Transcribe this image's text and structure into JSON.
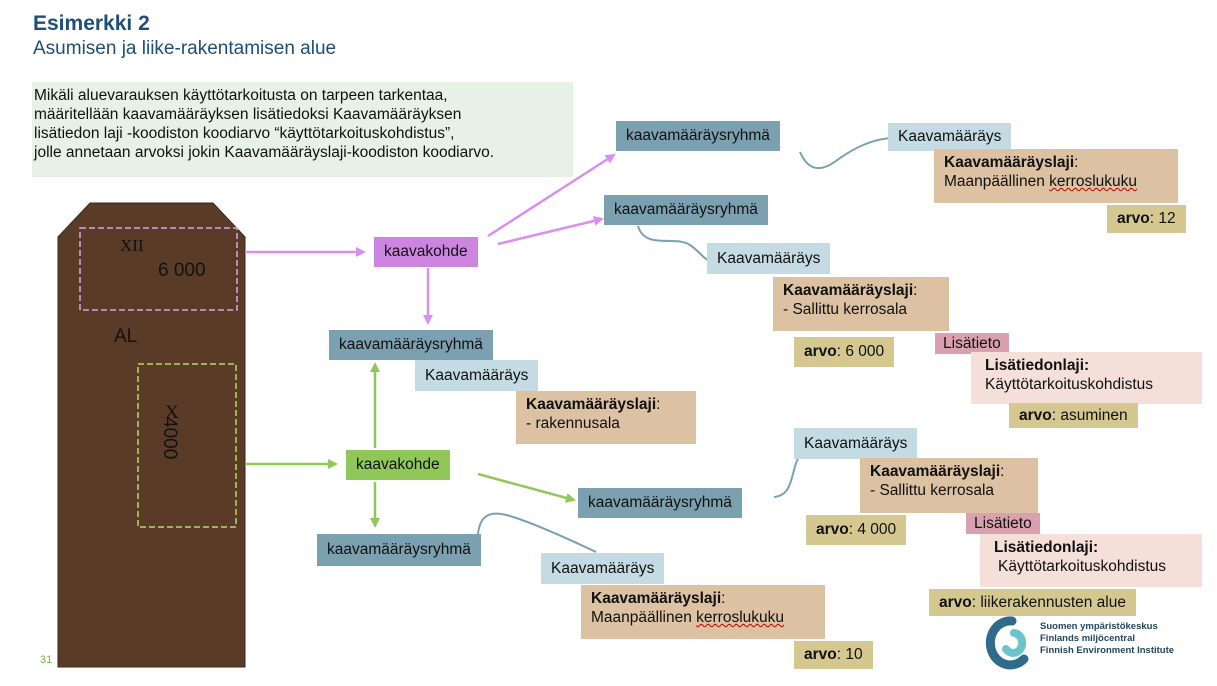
{
  "title": "Esimerkki 2",
  "subtitle": "Asumisen ja liike-rakentamisen alue",
  "intro_lines": [
    "Mikäli aluevarauksen käyttötarkoitusta on tarpeen tarkentaa,",
    "määritellään kaavamääräyksen lisätiedoksi Kaavamääräyksen",
    "lisätiedon laji -koodiston koodiarvo “käyttötarkoituskohdistus”,",
    "jolle annetaan arvoksi jokin Kaavamääräyslaji-koodiston koodiarvo."
  ],
  "map": {
    "upper_code": "XII",
    "upper_value": "6 000",
    "area_label": "AL",
    "lower_code": "X",
    "lower_value": "4000"
  },
  "labels": {
    "kaavakohde": "kaavakohde",
    "ryhma": "kaavamääräysryhmä",
    "kaavamaarays": "Kaavamääräys",
    "laji": "Kaavamääräyslaji",
    "arvo": "arvo",
    "lisatieto": "Lisätieto",
    "lisatiedonlaji": "Lisätiedonlaji:",
    "colon": ":"
  },
  "values": {
    "maanpaallinen": "Maanpäällinen",
    "kerroslukuku": "kerroslukuku",
    "sallittu_kerrosala": "- Sallittu kerrosala",
    "rakennusala": "- rakennusala",
    "kayttotarkoituskohdistus": "Käyttötarkoituskohdistus",
    "arvo_12": ": 12",
    "arvo_6000": ": 6 000",
    "arvo_4000": ": 4 000",
    "arvo_10": ": 10",
    "arvo_asuminen": ": asuminen",
    "arvo_liike": ": liikerakennusten alue"
  },
  "page_number": "31",
  "logo": {
    "line1": "Suomen ympäristökeskus",
    "line2": "Finlands miljöcentral",
    "line3": "Finnish Environment Institute"
  },
  "colors": {
    "title": "#1f4e79",
    "group_box": "#7ba1b1",
    "kaavamaarays_box": "#c5dbe3",
    "laji_box": "#dcc1a2",
    "arvo_box": "#d4c890",
    "lisatieto_box": "#d9a1b0",
    "lisatiedonlaji_box": "#f4dfd9",
    "kohde_purple": "#cc86e0",
    "kohde_green": "#8fc859",
    "map_fill": "#5a3b27"
  }
}
